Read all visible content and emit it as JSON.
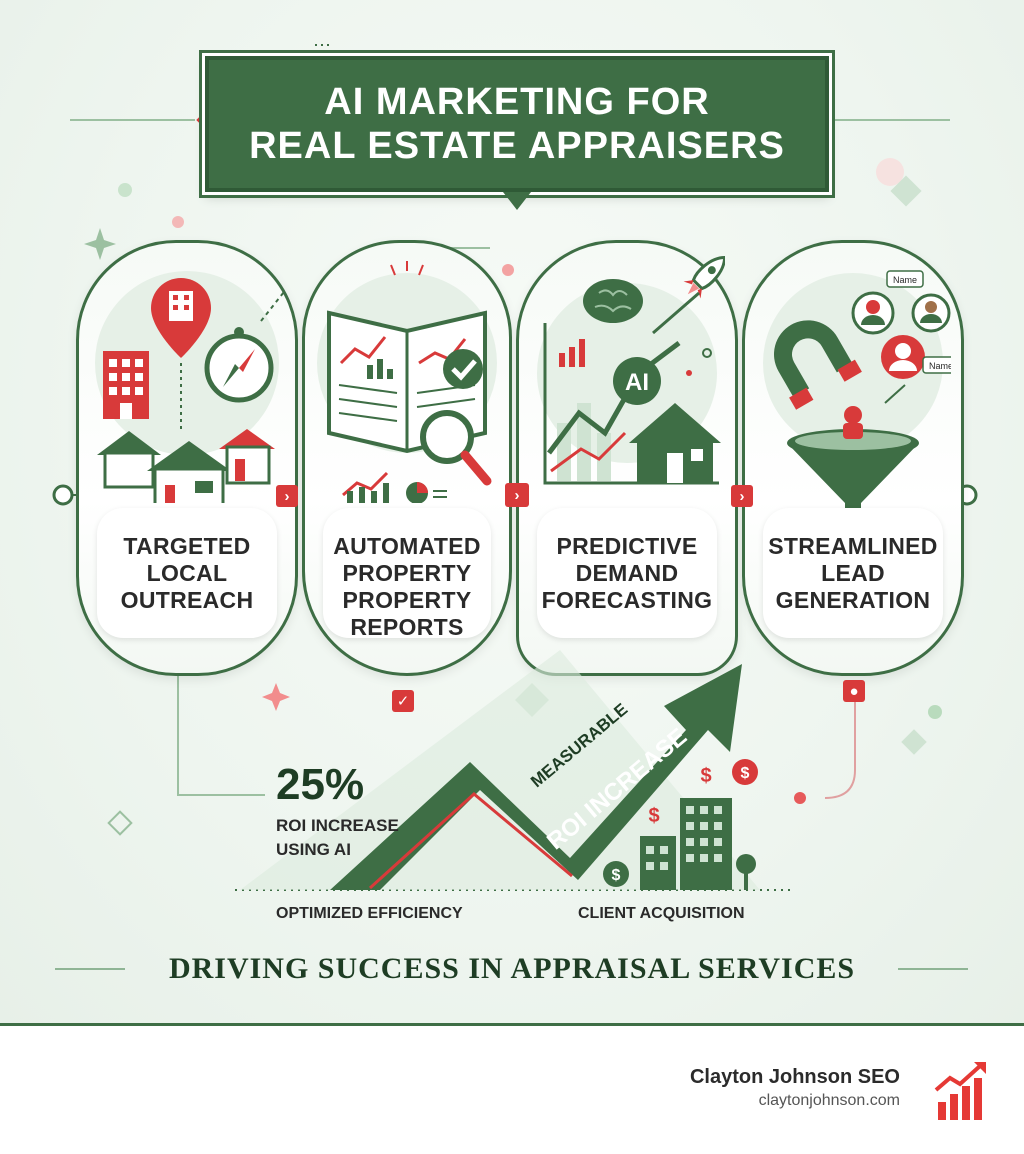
{
  "title": {
    "line1": "AI MARKETING FOR",
    "line2": "REAL ESTATE APPRAISERS"
  },
  "steps": [
    {
      "label": "TARGETED LOCAL OUTREACH"
    },
    {
      "label": "AUTOMATED PROPERTY PROPERTY REPORTS"
    },
    {
      "label": "PREDICTIVE DEMAND FORECASTING"
    },
    {
      "label": "STREAMLINED LEAD GENERATION"
    }
  ],
  "illustration_text": {
    "ai_badge": "AI",
    "name_tag_1": "Name",
    "name_tag_2": "Name",
    "dollar": "$"
  },
  "roi": {
    "percent": "25%",
    "line1": "ROI INCREASE",
    "line2": "USING AI"
  },
  "arrow": {
    "line1": "MEASURABLE",
    "line2": "ROI INCREASE"
  },
  "axis": {
    "left": "OPTIMIZED EFFICIENCY",
    "right": "CLIENT ACQUISITION"
  },
  "tagline": "DRIVING SUCCESS IN APPRAISAL SERVICES",
  "brand": {
    "name": "Clayton Johnson SEO",
    "url": "claytonjohnson.com"
  },
  "colors": {
    "primary_green": "#3e6e45",
    "dark_green": "#1e3d24",
    "accent_red": "#d83a3a",
    "light_green": "#cfe3d2"
  }
}
